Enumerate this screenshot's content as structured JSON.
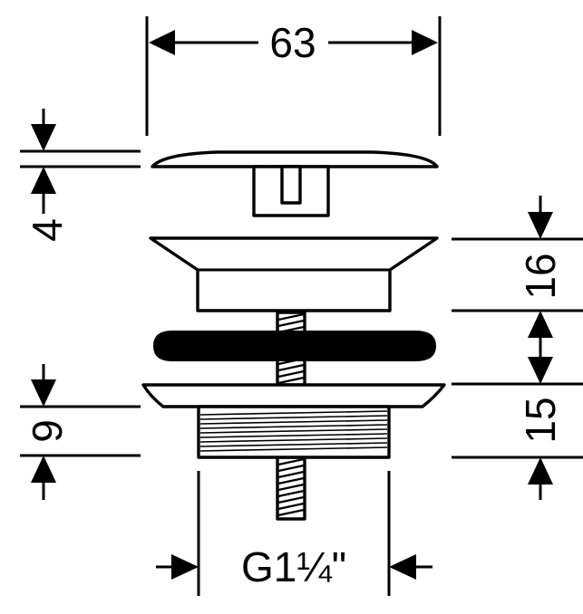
{
  "diagram": {
    "dimensions": {
      "overall_width": "63",
      "cap_height": "4",
      "flange_height": "16",
      "body_height": "15",
      "thread_length": "9",
      "thread_size": "G1¼\""
    },
    "colors": {
      "line": "#000000",
      "background": "#ffffff",
      "gasket": "#000000"
    }
  }
}
